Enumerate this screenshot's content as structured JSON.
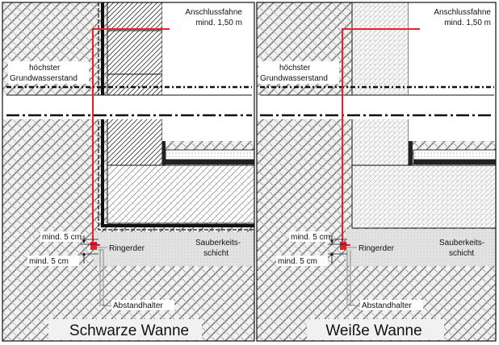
{
  "panels": [
    {
      "caption": "Schwarze Wanne",
      "labels": {
        "flap_line1": "Anschlussfahne",
        "flap_line2": "mind. 1,50 m",
        "water_line1": "höchster",
        "water_line2": "Grundwasserstand",
        "dim_top": "mind. 5 cm",
        "dim_bottom": "mind. 5 cm",
        "ring": "Ringerder",
        "blinding_line1": "Sauberkeits-",
        "blinding_line2": "schicht",
        "spacer": "Abstandhalter"
      }
    },
    {
      "caption": "Weiße Wanne",
      "labels": {
        "flap_line1": "Anschlussfahne",
        "flap_line2": "mind. 1,50 m",
        "water_line1": "höchster",
        "water_line2": "Grundwasserstand",
        "dim_top": "mind. 5 cm",
        "dim_bottom": "mind. 5 cm",
        "ring": "Ringerder",
        "blinding_line1": "Sauberkeits-",
        "blinding_line2": "schicht",
        "spacer": "Abstandhalter"
      }
    }
  ],
  "colors": {
    "conductor": "#e8202a",
    "line": "#111111",
    "blinding": "#e4e4e4",
    "paper": "#ffffff"
  }
}
